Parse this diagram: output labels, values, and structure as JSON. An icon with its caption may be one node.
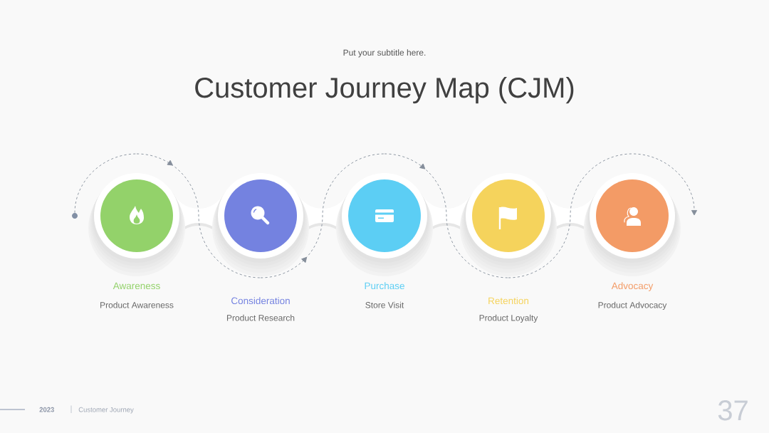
{
  "diagram": {
    "title": "Customer Journey Map (CJM)",
    "nodes": [
      {
        "text": [],
        "shape": "circle"
      },
      {
        "text": [
          "Awareness",
          "Product Awareness"
        ]
      },
      {
        "text": [
          "Consideration",
          "Product Research"
        ]
      },
      {
        "text": [
          "Purchase",
          "Store Visit"
        ]
      },
      {
        "text": [
          "Retention",
          "Product Loyalty"
        ]
      },
      {
        "text": [
          "Advocacy",
          "Product Advocacy"
        ]
      }
    ],
    "edges": [
      {
        "from": 0,
        "to": 1,
        "arrow": "none",
        "style": "dashed"
      },
      {
        "from": 1,
        "to": 2,
        "arrow": "to",
        "style": "dashed"
      },
      {
        "from": 2,
        "to": 3,
        "arrow": "to",
        "style": "dashed"
      },
      {
        "from": 3,
        "to": 4,
        "arrow": "to",
        "style": "dashed"
      },
      {
        "from": 4,
        "to": 5,
        "arrow": "to",
        "style": "dashed"
      }
    ],
    "labels": [
      "Put your subtitle here.",
      "2023",
      "Customer Journey",
      "37"
    ]
  }
}
